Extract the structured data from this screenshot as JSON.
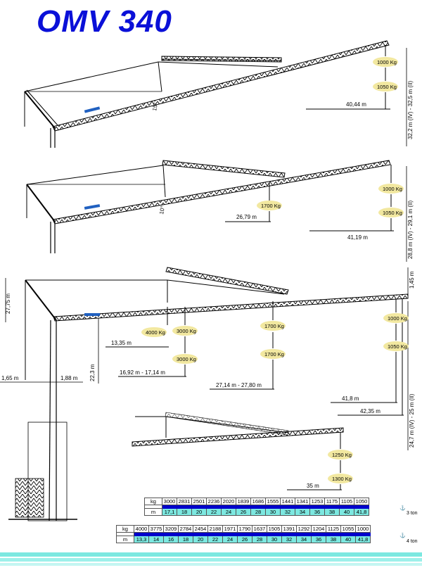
{
  "title": "OMV 340",
  "colors": {
    "title": "#0a10d8",
    "pill": "#f2e8a0",
    "table_band": "#7ce8e0",
    "table_bar": "#0000cc"
  },
  "diagram1": {
    "angle": "15°",
    "loads": [
      "1000 Kg",
      "1050 Kg"
    ],
    "radius": "40,44 m",
    "height": "32,2 m (IV) - 32,5 m (II)"
  },
  "diagram2": {
    "angle": "10°",
    "loads": [
      "1700 Kg",
      "1000 Kg",
      "1050 Kg"
    ],
    "radii": [
      "26,79 m",
      "41,19 m"
    ],
    "height": "28,8 m (IV) - 29,1 m (II)"
  },
  "diagram3": {
    "loads": [
      "4000 Kg",
      "3000 Kg",
      "3000 Kg",
      "1700 Kg",
      "1700 Kg",
      "1000 Kg",
      "1050 Kg"
    ],
    "radii": [
      "13,35 m",
      "16,92 m - 17,14 m",
      "27,14 m - 27,80 m",
      "41,8 m",
      "42,35 m"
    ],
    "heights": [
      "27,75 m",
      "22,3 m",
      "1,45 m",
      "24,7 m (IV) - 25 m (II)"
    ],
    "offsets": [
      "1,65 m",
      "1,88 m"
    ]
  },
  "diagram4": {
    "loads": [
      "1250 Kg",
      "1300 Kg"
    ],
    "radius": "35 m"
  },
  "table3": {
    "kg_label": "kg",
    "m_label": "m",
    "kg": [
      "3000",
      "2831",
      "2501",
      "2236",
      "2020",
      "1839",
      "1686",
      "1555",
      "1441",
      "1341",
      "1253",
      "1175",
      "1105",
      "1050"
    ],
    "m": [
      "17,1",
      "18",
      "20",
      "22",
      "24",
      "26",
      "28",
      "30",
      "32",
      "34",
      "36",
      "38",
      "40",
      "41,8"
    ],
    "ton": "3 ton"
  },
  "table4": {
    "kg_label": "kg",
    "m_label": "m",
    "kg": [
      "4000",
      "3775",
      "3209",
      "2784",
      "2454",
      "2188",
      "1971",
      "1790",
      "1637",
      "1505",
      "1391",
      "1292",
      "1204",
      "1125",
      "1055",
      "1000"
    ],
    "m": [
      "13,3",
      "14",
      "16",
      "18",
      "20",
      "22",
      "24",
      "26",
      "28",
      "30",
      "32",
      "34",
      "36",
      "38",
      "40",
      "41,8"
    ],
    "ton": "4 ton"
  }
}
